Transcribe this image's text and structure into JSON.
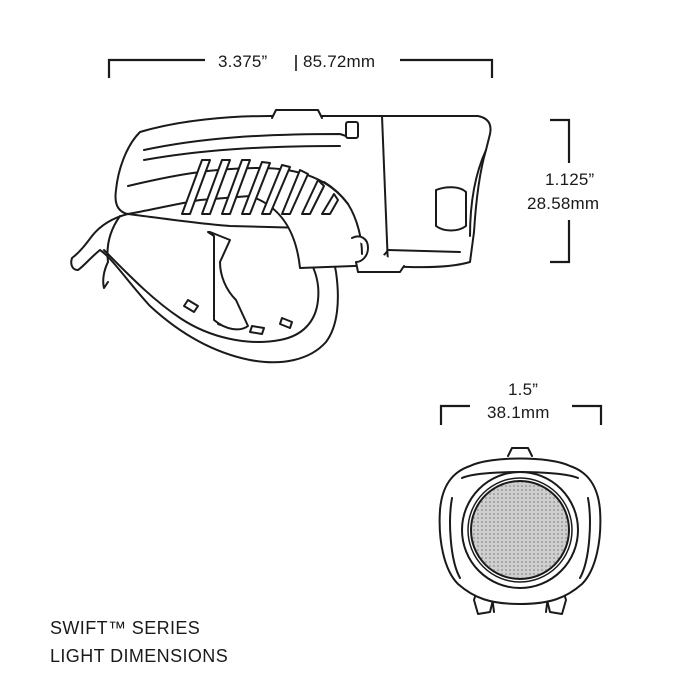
{
  "dimensions": {
    "length_in": "3.375”",
    "length_mm": "85.72mm",
    "height_in": "1.125”",
    "height_mm": "28.58mm",
    "width_in": "1.5”",
    "width_mm": "38.1mm"
  },
  "caption": {
    "line1": "SWIFT™ SERIES",
    "line2": "LIGHT DIMENSIONS"
  },
  "colors": {
    "line": "#1a1a1a",
    "background": "#ffffff",
    "lens": "#b8b8b8"
  }
}
